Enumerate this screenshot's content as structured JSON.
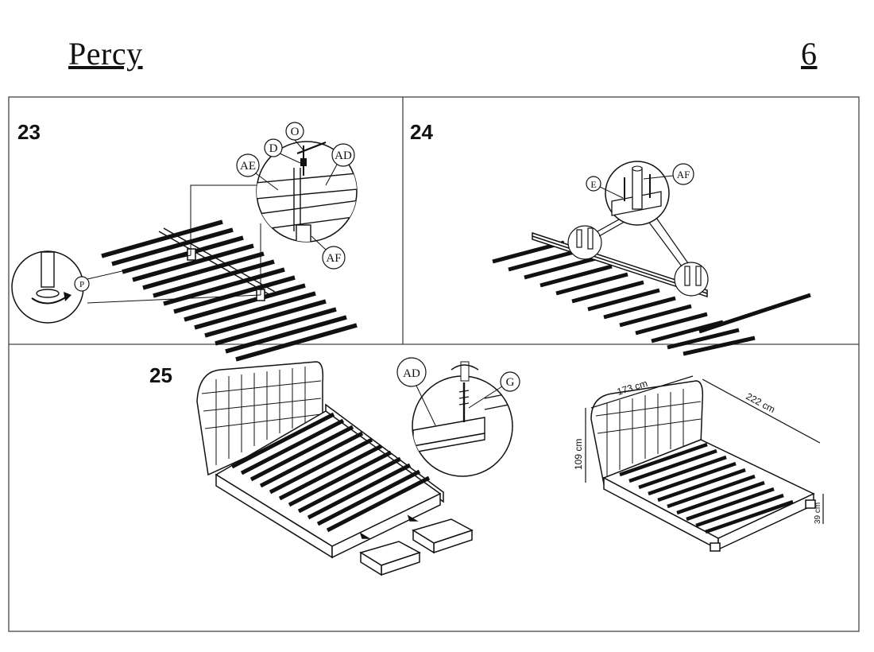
{
  "header": {
    "title": "Percy",
    "page_number": "6"
  },
  "steps": [
    {
      "number": "23",
      "labels": [
        "O",
        "D",
        "AD",
        "AE",
        "AF",
        "P"
      ]
    },
    {
      "number": "24",
      "labels": [
        "E",
        "AF"
      ]
    },
    {
      "number": "25",
      "labels": [
        "AD",
        "G"
      ]
    }
  ],
  "dimensions": {
    "width": "173 cm",
    "length": "222 cm",
    "height": "109 cm",
    "leg_height": "39 cm"
  }
}
